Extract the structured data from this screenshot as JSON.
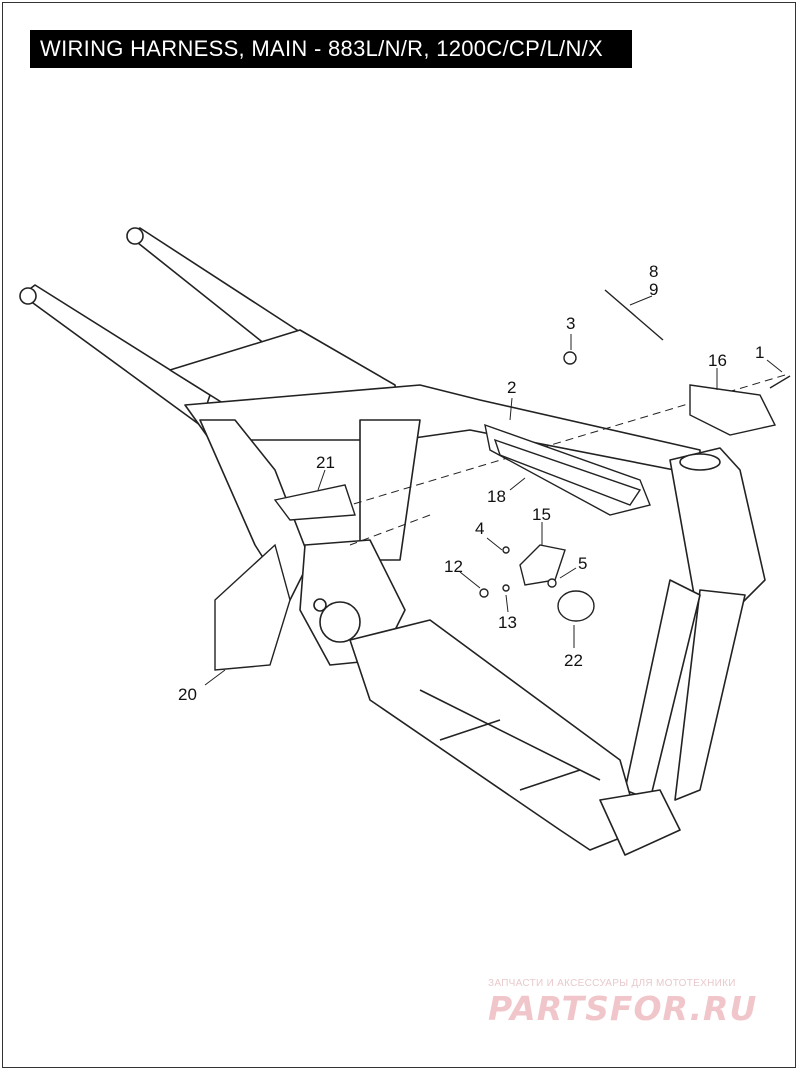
{
  "title": "WIRING HARNESS, MAIN - 883L/N/R, 1200C/CP/L/N/X",
  "callouts": {
    "c1": "1",
    "c2": "2",
    "c3": "3",
    "c4": "4",
    "c5": "5",
    "c8": "8",
    "c9": "9",
    "c12": "12",
    "c13": "13",
    "c15": "15",
    "c16": "16",
    "c18": "18",
    "c20": "20",
    "c21": "21",
    "c22": "22"
  },
  "watermark": {
    "tagline": "ЗАПЧАСТИ И АКСЕССУАРЫ ДЛЯ МОТОТЕХНИКИ",
    "logo": "PARTSFOR.RU"
  }
}
